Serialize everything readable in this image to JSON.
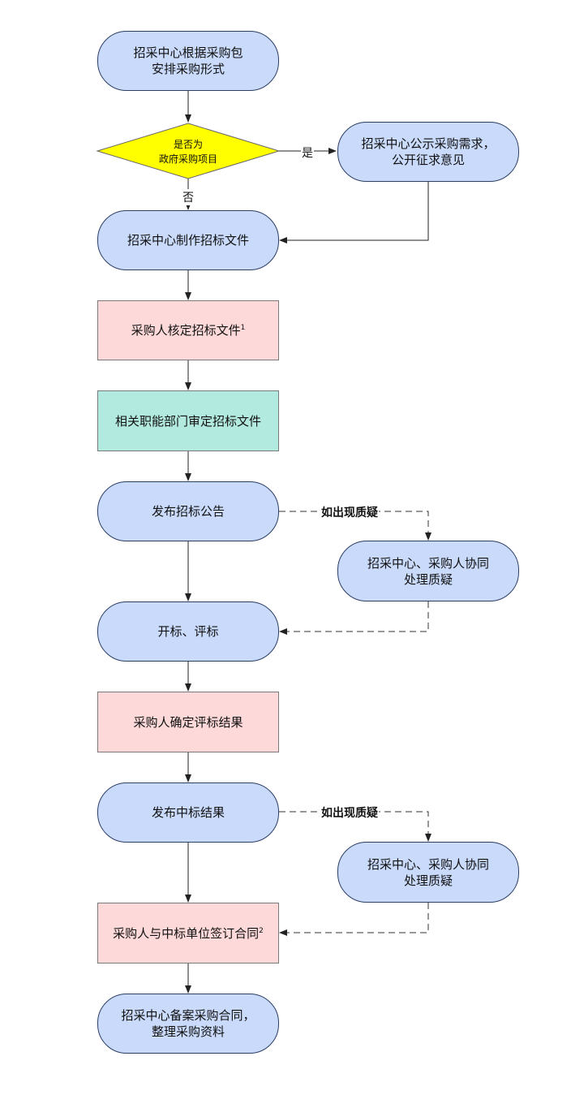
{
  "nodes": {
    "n1": {
      "line1": "招采中心根据采购包",
      "line2": "安排采购形式"
    },
    "decision": {
      "line1": "是否为",
      "line2": "政府采购项目"
    },
    "n2": {
      "line1": "招采中心公示采购需求，",
      "line2": "公开征求意见"
    },
    "n3": {
      "text": "招采中心制作招标文件"
    },
    "n4": {
      "text": "采购人核定招标文件",
      "note": "1"
    },
    "n5": {
      "text": "相关职能部门审定招标文件"
    },
    "n6": {
      "text": "发布招标公告"
    },
    "n7": {
      "line1": "招采中心、采购人协同",
      "line2": "处理质疑"
    },
    "n8": {
      "text": "开标、评标"
    },
    "n9": {
      "text": "采购人确定评标结果"
    },
    "n10": {
      "text": "发布中标结果"
    },
    "n11": {
      "line1": "招采中心、采购人协同",
      "line2": "处理质疑"
    },
    "n12": {
      "text": "采购人与中标单位签订合同",
      "note": "2"
    },
    "n13": {
      "line1": "招采中心备案采购合同，",
      "line2": "整理采购资料"
    }
  },
  "edge_labels": {
    "yes": "是",
    "no": "否",
    "query1": "如出现质疑",
    "query2": "如出现质疑"
  },
  "colors": {
    "pill_fill": "#c9dafb",
    "pill_stroke": "#2b3e63",
    "decision_fill": "#ffff00",
    "review_fill": "#fdd9d9",
    "approve_fill": "#b3eadf"
  }
}
